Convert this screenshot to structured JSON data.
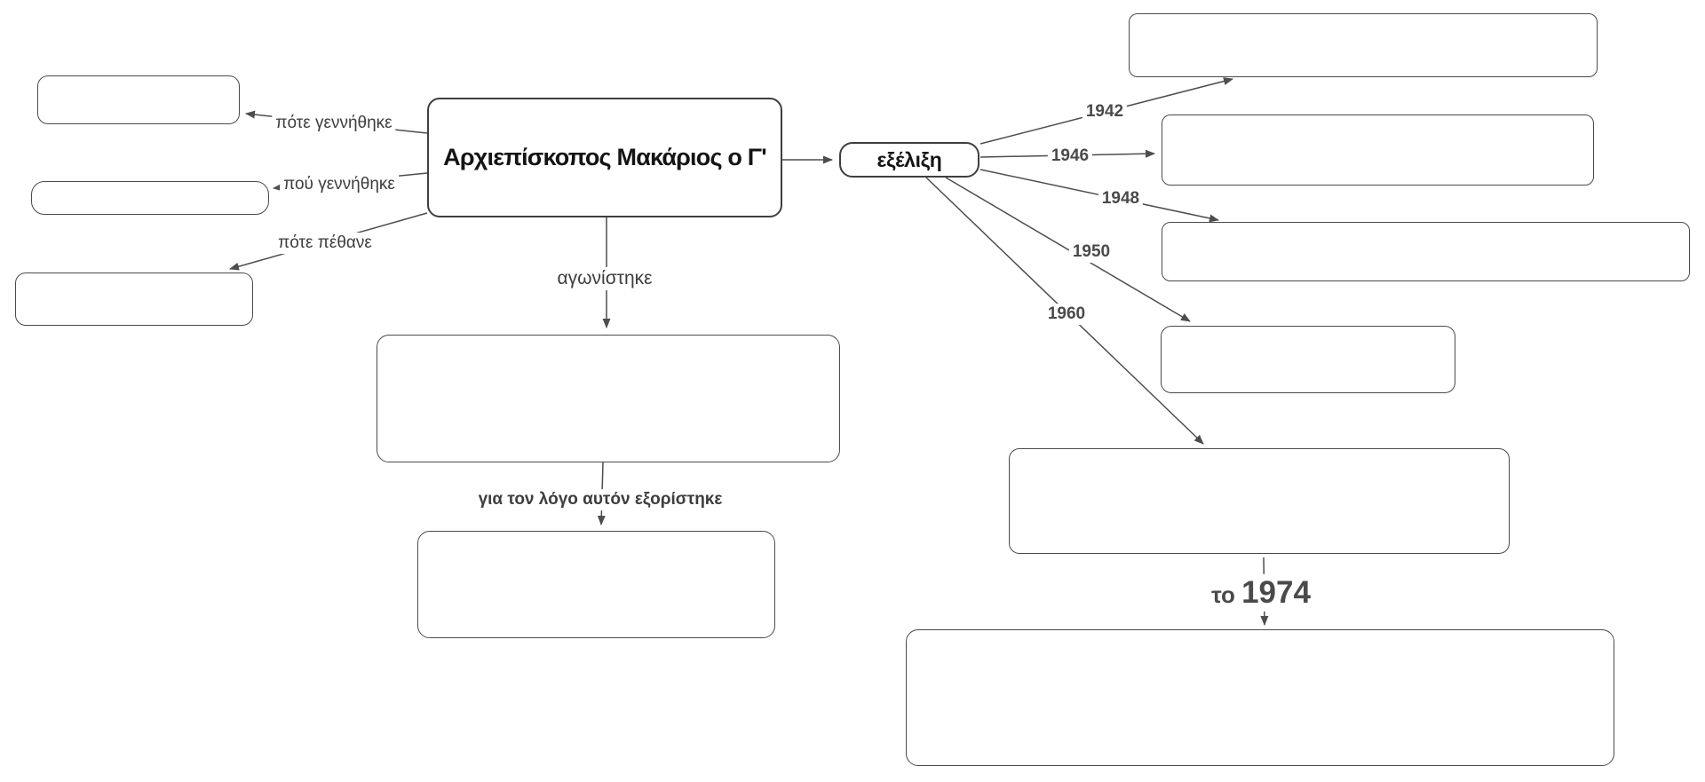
{
  "canvas": {
    "background": "#ffffff",
    "line_color": "#4d4d4d",
    "border_color": "#4a4a4a",
    "label_color": "#3d3d3d",
    "title_color": "#141414"
  },
  "central_node": {
    "label": "Αρχιεπίσκοπος Μακάριος ο Γ'"
  },
  "evolution_node": {
    "label": "εξέλιξη"
  },
  "edge_labels": {
    "born_when": "πότε γεννήθηκε",
    "born_where": "πού γεννήθηκε",
    "died_when": "πότε πέθανε",
    "fought": "αγωνίστηκε",
    "exile_reason": "για τον λόγο αυτόν εξορίστηκε",
    "in_1974_prefix": "το",
    "in_1974_year": "1974"
  },
  "year_labels": [
    "1942",
    "1946",
    "1948",
    "1950",
    "1960"
  ],
  "empty_boxes": [
    "birth-date",
    "birth-place",
    "death-date",
    "struggle",
    "exile",
    "event-1942",
    "event-1946",
    "event-1948",
    "event-1950",
    "event-1960",
    "event-1974"
  ]
}
